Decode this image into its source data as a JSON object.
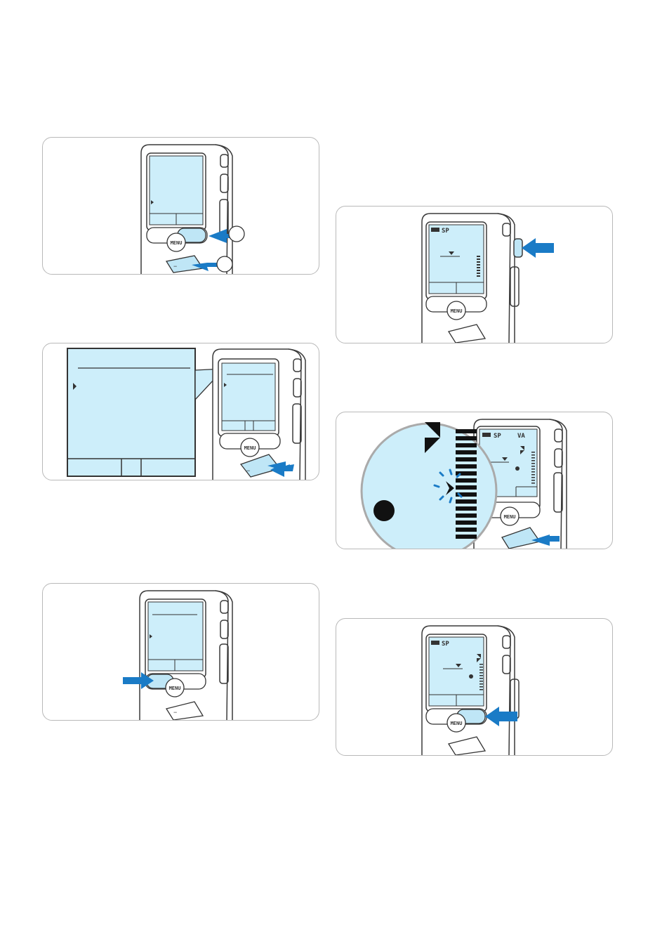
{
  "page": {
    "background": "#ffffff"
  },
  "colors": {
    "screen": "#cdeefa",
    "highlight": "#bfe6f6",
    "arrow": "#1a7bc6",
    "device_outline": "#3a3a3a"
  },
  "device": {
    "menu_button_label": "MENU",
    "minus_key_label": "−",
    "plus_key_label": "+"
  },
  "status_bar": {
    "battery_icon": "battery-icon",
    "record_mode": "SP",
    "va_label": "VA"
  },
  "panels": [
    {
      "name": "step-press-keys-combination",
      "badges": [
        "",
        ""
      ]
    },
    {
      "name": "step-menu-zoom"
    },
    {
      "name": "step-press-function-key-left"
    },
    {
      "name": "step-press-record-button"
    },
    {
      "name": "step-voice-activation-zoom"
    },
    {
      "name": "step-press-function-key-right"
    }
  ]
}
